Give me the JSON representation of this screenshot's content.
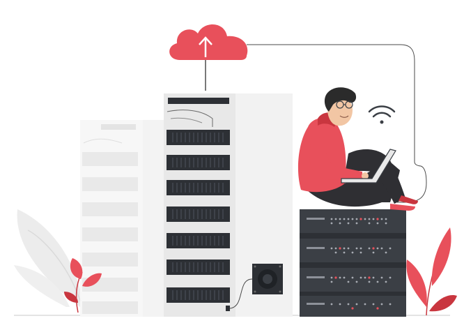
{
  "illustration": {
    "subject": "cloud-upload-server-illustration",
    "palette": {
      "accent": "#e8505b",
      "accent_dark": "#c9363f",
      "server_dark": "#3b3f45",
      "server_panel": "#2d3035",
      "server_light": "#e9e9e9",
      "server_light_panel": "#f4f4f4",
      "server_faint": "#f0f0f0",
      "leaf_grey": "#e8e8e8",
      "line": "#4a4a4a",
      "skin": "#f2c6a4",
      "hair": "#2b2b2b",
      "pants": "#2f2f33",
      "ground": "#dcdcdc"
    },
    "icons": [
      "cloud-upload-icon",
      "wifi-icon",
      "server-rack",
      "laptop",
      "leaf-plant"
    ]
  }
}
